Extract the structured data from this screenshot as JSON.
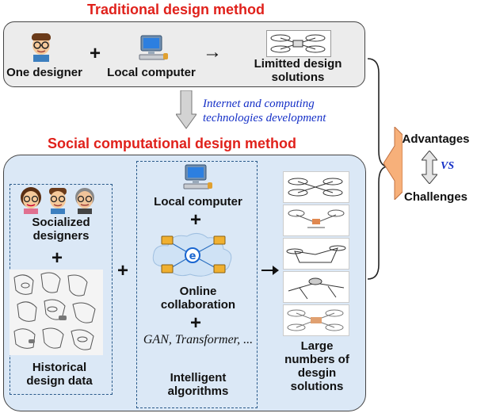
{
  "traditional": {
    "title": "Traditional design method",
    "designer_label": "One designer",
    "computer_label": "Local computer",
    "solutions_label": "Limitted design solutions",
    "plus": "+",
    "arrow": "→"
  },
  "transition": {
    "note": "Internet and computing technologies development"
  },
  "social": {
    "title": "Social computational design method",
    "designers_label": "Socialized designers",
    "historical_label": "Historical design data",
    "local_computer_label": "Local computer",
    "online_label": "Online collaboration",
    "algorithms_italic": "GAN, Transformer, ...",
    "algorithms_label": "Intelligent algorithms",
    "solutions_label": "Large numbers of desgin solutions",
    "plus": "+"
  },
  "right_panel": {
    "advantages": "Advantages",
    "vs": "VS",
    "challenges": "Challenges"
  },
  "colors": {
    "red_title": "#e0211b",
    "blue_note": "#1530c7",
    "social_bg": "#dbe8f6",
    "traditional_bg": "#ececec",
    "orange_arrow": "#f7b07a"
  }
}
